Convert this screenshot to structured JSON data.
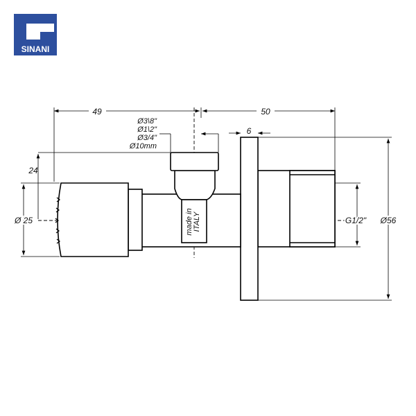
{
  "logo": {
    "brand": "SINANI",
    "color": "#2d4f9e"
  },
  "dimensions": {
    "body_length": "49",
    "outlet_length": "50",
    "flange_thickness": "6",
    "outlet_sizes": [
      "Ø3\\8\"",
      "Ø1\\2\"",
      "Ø3/4\"",
      "Ø10mm"
    ],
    "handle_offset": "24",
    "handle_diameter": "Ø 25",
    "thread": "G1/2\"",
    "flange_diameter": "Ø56"
  },
  "marking": {
    "line1": "made in",
    "line2": "ITALY"
  }
}
